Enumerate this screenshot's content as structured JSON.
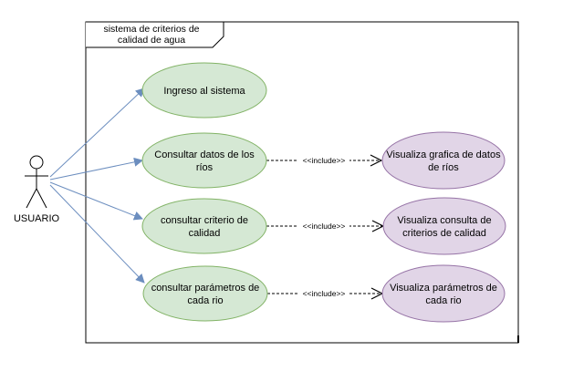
{
  "system": {
    "title_lines": [
      "sistema de criterios de",
      "calidad de agua"
    ]
  },
  "actor": {
    "label": "USUARIO",
    "icon": "stick-figure-actor-icon"
  },
  "use_cases": [
    {
      "id": "uc1",
      "lines": [
        "Ingreso al sistema"
      ]
    },
    {
      "id": "uc2",
      "lines": [
        "Consultar datos de los",
        "ríos"
      ]
    },
    {
      "id": "uc3",
      "lines": [
        "consultar criterio de",
        "calidad"
      ]
    },
    {
      "id": "uc4",
      "lines": [
        "consultar parámetros de",
        "cada rio"
      ]
    }
  ],
  "included_cases": [
    {
      "id": "inc1",
      "lines": [
        "Visualiza grafica de datos",
        "de ríos"
      ]
    },
    {
      "id": "inc2",
      "lines": [
        "Visualiza consulta de",
        "criterios de calidad"
      ]
    },
    {
      "id": "inc3",
      "lines": [
        "Visualiza parámetros de",
        "cada rio"
      ]
    }
  ],
  "include_label": "<<include>>",
  "colors": {
    "use_case_fill": "#d5e8d4",
    "use_case_stroke": "#82b366",
    "included_fill": "#e1d5e7",
    "included_stroke": "#9673a6",
    "association_line": "#6c8ebf",
    "border": "#000000",
    "text": "#000000"
  }
}
